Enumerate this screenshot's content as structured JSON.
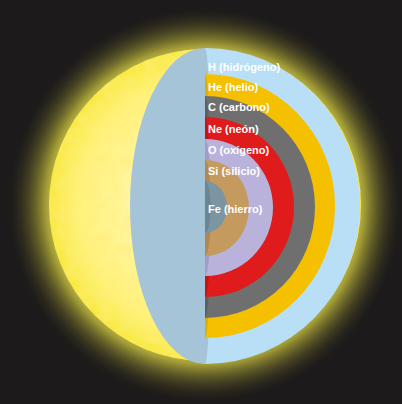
{
  "diagram": {
    "nodes": [
      {
        "text": [
          "H (hidrógeno)"
        ]
      },
      {
        "text": [
          "He (helio)"
        ],
        "in": 0
      },
      {
        "text": [
          "C (carbono)"
        ],
        "in": 1
      },
      {
        "text": [
          "Ne (neón)"
        ],
        "in": 2
      },
      {
        "text": [
          "O (oxígeno)"
        ],
        "in": 3
      },
      {
        "text": [
          "Si (silicio)"
        ],
        "in": 4
      },
      {
        "text": [
          "Fe (hierro)"
        ],
        "in": 5
      }
    ]
  }
}
